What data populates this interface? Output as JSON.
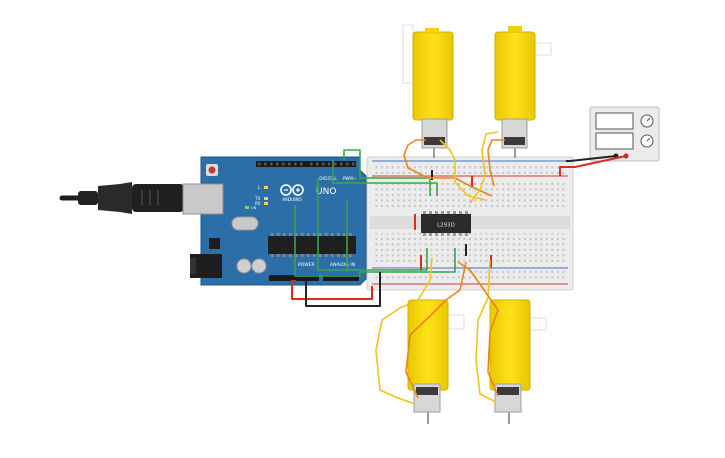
{
  "arduino": {
    "brand": "ARDUINO",
    "model": "UNO",
    "header_digital": "DIGITAL",
    "header_pwm": "PWM~",
    "header_power": "POWER",
    "header_analog": "ANALOG IN",
    "board_color": "#2c6fa8",
    "led_labels": [
      "L",
      "TX",
      "RX",
      "ON"
    ]
  },
  "driver_ic": {
    "label": "L293D"
  },
  "breadboard": {
    "rail_colors": {
      "negative": "#3b6fd1",
      "positive": "#d13b3b"
    }
  },
  "motors": {
    "count": 4,
    "body_color": "#f5d90a"
  },
  "power_supply": {
    "display_count": 2,
    "knob_count": 2
  },
  "wire_colors": {
    "green": "#3aa54a",
    "red": "#d62d20",
    "black": "#222222",
    "orange": "#e8861a",
    "yellow": "#f0c419"
  },
  "usb_cable": {
    "color": "#1d1d1d"
  }
}
